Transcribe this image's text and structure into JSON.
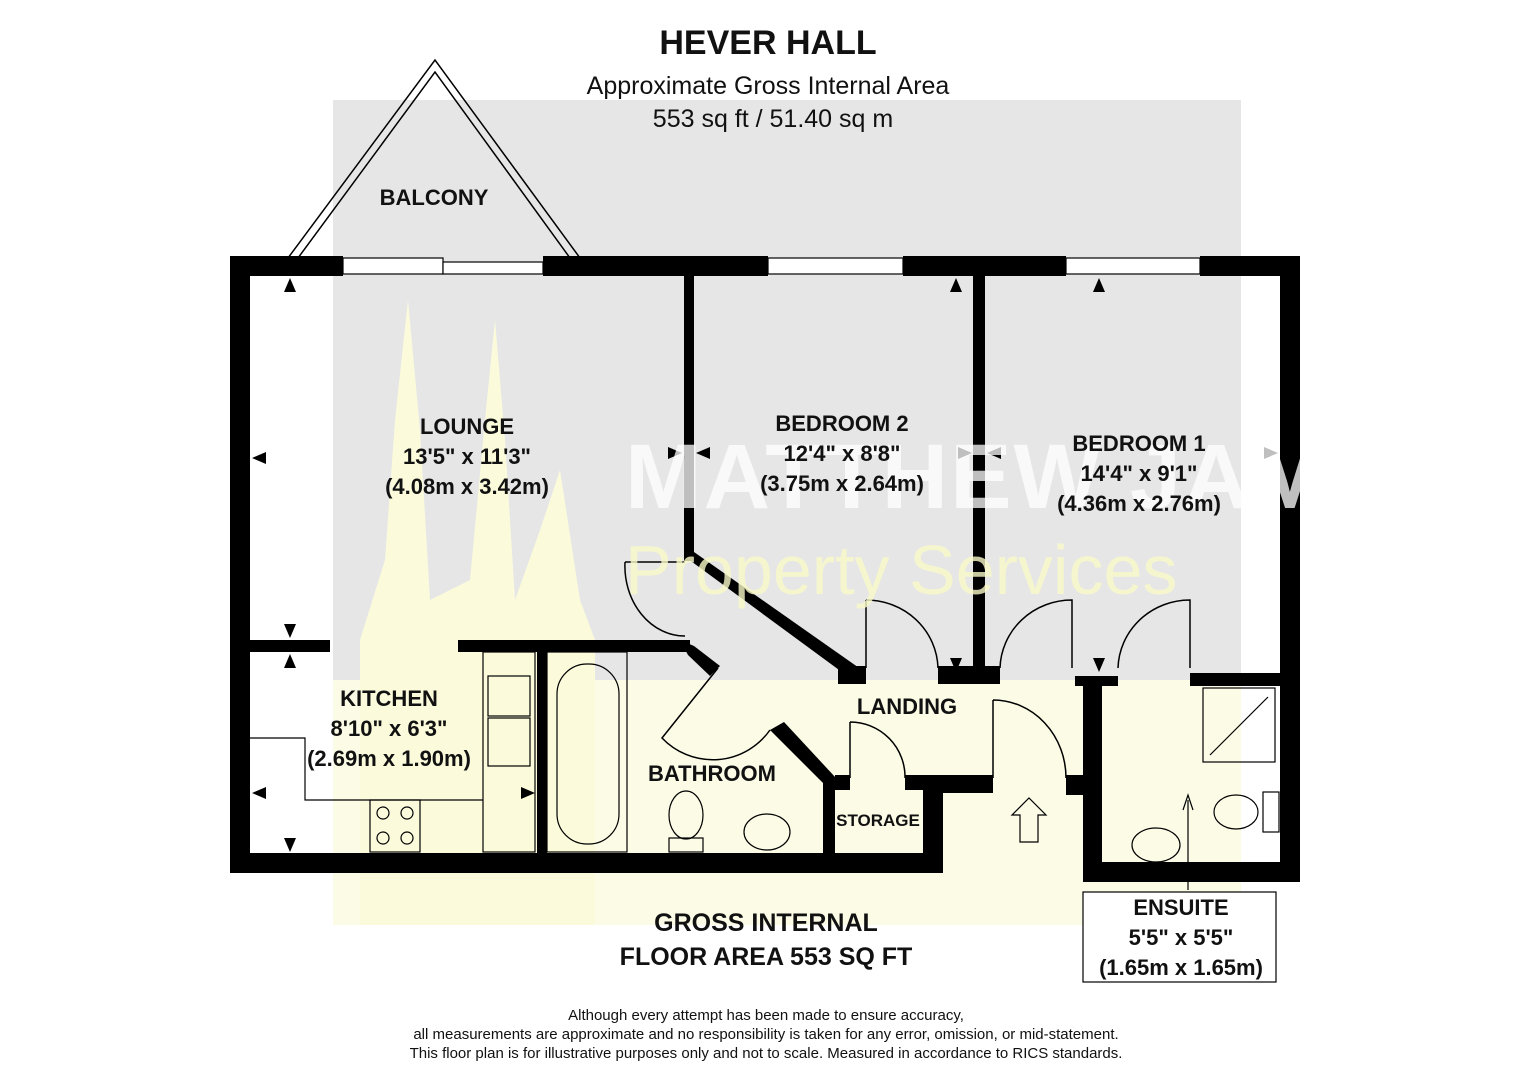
{
  "header": {
    "title": "HEVER HALL",
    "subtitle": "Approximate Gross Internal Area",
    "area": "553 sq ft / 51.40 sq m"
  },
  "watermark": {
    "line1": "MATTHEW JAMES",
    "line2": "Property Services"
  },
  "rooms": {
    "balcony": {
      "name": "BALCONY"
    },
    "lounge": {
      "name": "LOUNGE",
      "imperial": "13'5\" x 11'3\"",
      "metric": "(4.08m x 3.42m)"
    },
    "bedroom2": {
      "name": "BEDROOM 2",
      "imperial": "12'4\" x 8'8\"",
      "metric": "(3.75m x 2.64m)"
    },
    "bedroom1": {
      "name": "BEDROOM 1",
      "imperial": "14'4\" x 9'1\"",
      "metric": "(4.36m x 2.76m)"
    },
    "kitchen": {
      "name": "KITCHEN",
      "imperial": "8'10\" x 6'3\"",
      "metric": "(2.69m x 1.90m)"
    },
    "landing": {
      "name": "LANDING"
    },
    "bathroom": {
      "name": "BATHROOM"
    },
    "storage": {
      "name": "STORAGE"
    },
    "ensuite": {
      "name": "ENSUITE",
      "imperial": "5'5\" x 5'5\"",
      "metric": "(1.65m x 1.65m)"
    }
  },
  "gross_area": {
    "line1": "GROSS INTERNAL",
    "line2": "FLOOR AREA 553 SQ FT"
  },
  "disclaimer": {
    "line1": "Although every attempt has been made to ensure accuracy,",
    "line2": "all measurements are approximate and no responsibility is taken for any error, omission, or mid-statement.",
    "line3": "This floor plan is for illustrative purposes only and not to scale. Measured in accordance to RICS standards."
  },
  "colors": {
    "wall": "#000000",
    "upper_bg": "#e6e6e6",
    "lower_bg": "#fbfbe6"
  }
}
